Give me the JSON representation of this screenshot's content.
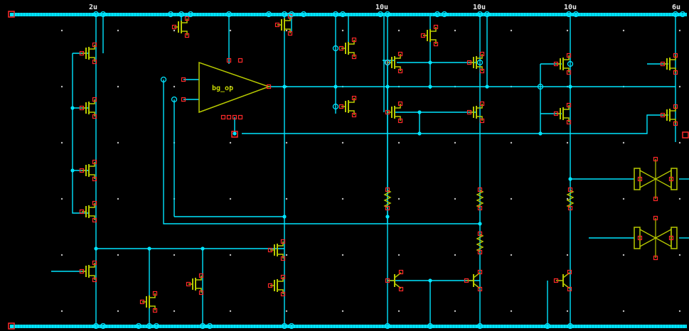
{
  "schematic": {
    "width_labels": [
      "2u",
      "10u",
      "10u",
      "10u",
      "6u"
    ],
    "amp_cell_name": "bg_op"
  },
  "colors": {
    "background": "#000000",
    "wire": "#00e5ff",
    "device": "#b7c900",
    "pin": "#ff2a2a",
    "grid_dot": "#bfbfbf"
  },
  "icons": {
    "nmos": "mos-transistor-icon",
    "bjt": "bjt-transistor-icon",
    "resistor": "resistor-icon",
    "opamp": "opamp-triangle-icon",
    "switch": "transmission-gate-icon",
    "port": "port-square-icon"
  }
}
